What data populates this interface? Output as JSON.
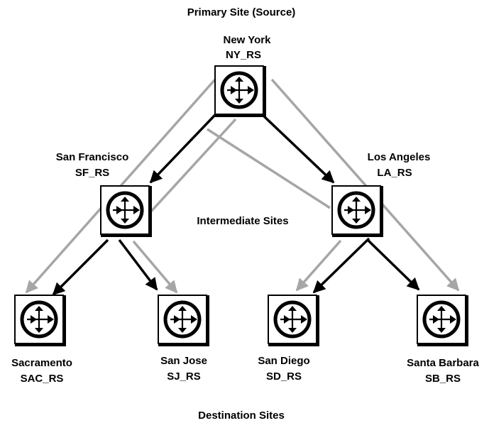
{
  "labels": {
    "primary": "Primary Site (Source)",
    "intermediate": "Intermediate Sites",
    "destination": "Destination Sites"
  },
  "sites": {
    "ny": {
      "city": "New York",
      "code": "NY_RS"
    },
    "sf": {
      "city": "San Francisco",
      "code": "SF_RS"
    },
    "la": {
      "city": "Los Angeles",
      "code": "LA_RS"
    },
    "sac": {
      "city": "Sacramento",
      "code": "SAC_RS"
    },
    "sj": {
      "city": "San Jose",
      "code": "SJ_RS"
    },
    "sd": {
      "city": "San Diego",
      "code": "SD_RS"
    },
    "sb": {
      "city": "Santa Barbara",
      "code": "SB_RS"
    }
  },
  "router_icon": "router-icon",
  "colors": {
    "primary_route": "#000000",
    "alternate_route": "#a6a6a6"
  }
}
